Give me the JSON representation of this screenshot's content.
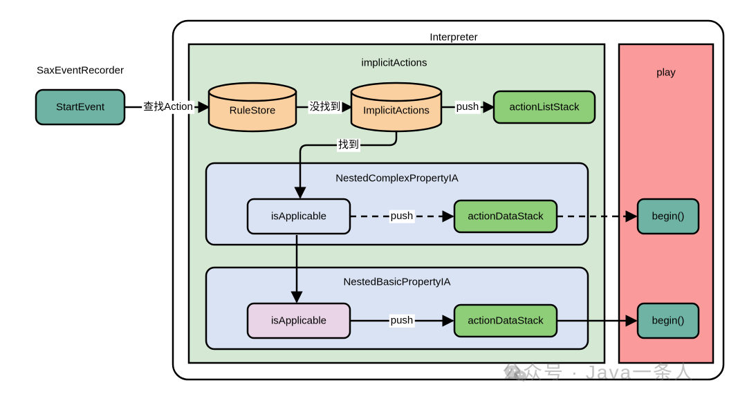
{
  "diagram": {
    "title_outer": "Interpreter",
    "watermark": "公众号 · Java一条人",
    "watermark_icon": "wechat-icon",
    "containers": [
      {
        "id": "interpreter",
        "label": "Interpreter",
        "fill": "#ffffff",
        "stroke": "#000000"
      },
      {
        "id": "implicitActions",
        "label": "implicitActions",
        "fill": "#d5e8d4",
        "stroke": "#000000"
      },
      {
        "id": "play",
        "label": "play",
        "fill": "#fa9a9a",
        "stroke": "#000000"
      },
      {
        "id": "nestedComplex",
        "label": "NestedComplexPropertyIA",
        "fill": "#dae3f3",
        "stroke": "#000000"
      },
      {
        "id": "nestedBasic",
        "label": "NestedBasicPropertyIA",
        "fill": "#dae3f3",
        "stroke": "#000000"
      }
    ],
    "nodes": [
      {
        "id": "saxEventRecorder",
        "label": "SaxEventRecorder",
        "shape": "text"
      },
      {
        "id": "startEvent",
        "label": "StartEvent",
        "shape": "rounded-rect",
        "fill": "#6fb3a4"
      },
      {
        "id": "ruleStore",
        "label": "RuleStore",
        "shape": "cylinder",
        "fill": "#fbd0a0"
      },
      {
        "id": "implicitActionsStore",
        "label": "ImplicitActions",
        "shape": "cylinder",
        "fill": "#fbd0a0"
      },
      {
        "id": "actionListStack",
        "label": "actionListStack",
        "shape": "rounded-rect",
        "fill": "#8fce78"
      },
      {
        "id": "isApplicableComplex",
        "label": "isApplicable",
        "shape": "rounded-rect",
        "fill": "#dae3f3"
      },
      {
        "id": "actionDataStackComplex",
        "label": "actionDataStack",
        "shape": "rounded-rect",
        "fill": "#8fce78"
      },
      {
        "id": "beginComplex",
        "label": "begin()",
        "shape": "rounded-rect",
        "fill": "#6fb3a4"
      },
      {
        "id": "isApplicableBasic",
        "label": "isApplicable",
        "shape": "rounded-rect",
        "fill": "#e9d3e6"
      },
      {
        "id": "actionDataStackBasic",
        "label": "actionDataStack",
        "shape": "rounded-rect",
        "fill": "#8fce78"
      },
      {
        "id": "beginBasic",
        "label": "begin()",
        "shape": "rounded-rect",
        "fill": "#6fb3a4"
      }
    ],
    "edges": [
      {
        "id": "e1",
        "from": "startEvent",
        "to": "ruleStore",
        "label": "查找Action",
        "style": "solid"
      },
      {
        "id": "e2",
        "from": "ruleStore",
        "to": "implicitActionsStore",
        "label": "没找到",
        "style": "solid"
      },
      {
        "id": "e3",
        "from": "implicitActionsStore",
        "to": "actionListStack",
        "label": "push",
        "style": "solid"
      },
      {
        "id": "e4",
        "from": "implicitActionsStore",
        "to": "isApplicableComplex",
        "label": "找到",
        "style": "solid"
      },
      {
        "id": "e5",
        "from": "isApplicableComplex",
        "to": "actionDataStackComplex",
        "label": "push",
        "style": "dashed"
      },
      {
        "id": "e6",
        "from": "actionDataStackComplex",
        "to": "beginComplex",
        "label": "",
        "style": "dashed"
      },
      {
        "id": "e7",
        "from": "isApplicableComplex",
        "to": "isApplicableBasic",
        "label": "",
        "style": "solid"
      },
      {
        "id": "e8",
        "from": "isApplicableBasic",
        "to": "actionDataStackBasic",
        "label": "push",
        "style": "solid"
      },
      {
        "id": "e9",
        "from": "actionDataStackBasic",
        "to": "beginBasic",
        "label": "",
        "style": "solid"
      }
    ],
    "colors": {
      "green_panel": "#d5e8d4",
      "red_panel": "#fa9a9a",
      "blue_panel": "#dae3f3",
      "teal_node": "#6fb3a4",
      "orange_node": "#fbd0a0",
      "green_node": "#8fce78",
      "pink_node": "#e9d3e6",
      "stroke": "#000000"
    }
  }
}
